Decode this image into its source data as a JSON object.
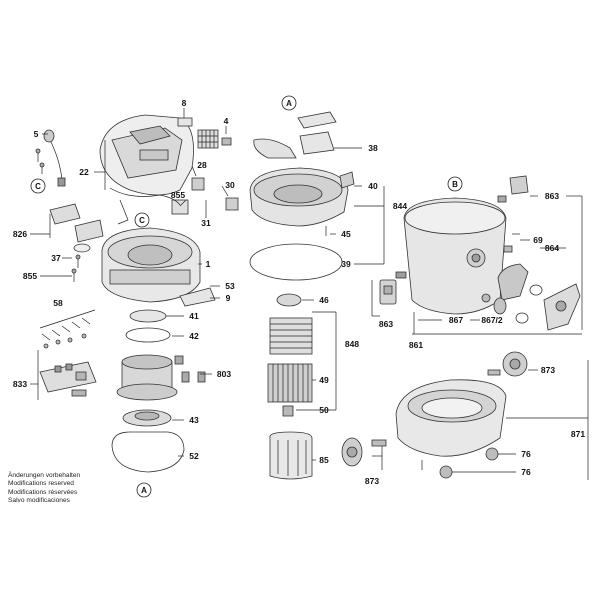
{
  "labels": {
    "p8": "8",
    "p4": "4",
    "p5": "5",
    "p22": "22",
    "p28": "28",
    "p30": "30",
    "p855a": "855",
    "p31": "31",
    "p826": "826",
    "p1": "1",
    "p37": "37",
    "p855b": "855",
    "p53": "53",
    "p9": "9",
    "p58": "58",
    "p41": "41",
    "p42": "42",
    "p833": "833",
    "p803": "803",
    "p43": "43",
    "p52": "52",
    "p38": "38",
    "p40": "40",
    "p844": "844",
    "p45": "45",
    "p39": "39",
    "p46": "46",
    "p848": "848",
    "p49": "49",
    "p50": "50",
    "p85": "85",
    "p863a": "863",
    "p69": "69",
    "p864": "864",
    "p863b": "863",
    "p867": "867",
    "p867_2": "867/2",
    "p861": "861",
    "p873a": "873",
    "p871": "871",
    "p76a": "76",
    "p76b": "76",
    "p873b": "873"
  },
  "refs": {
    "c_top": "C",
    "c_mid": "C",
    "a_bottom": "A",
    "a_top": "A",
    "b_top": "B"
  },
  "notes": [
    "Änderungen vorbehalten",
    "Modifications reserved",
    "Modifications réservées",
    "Salvo modificaciones"
  ]
}
